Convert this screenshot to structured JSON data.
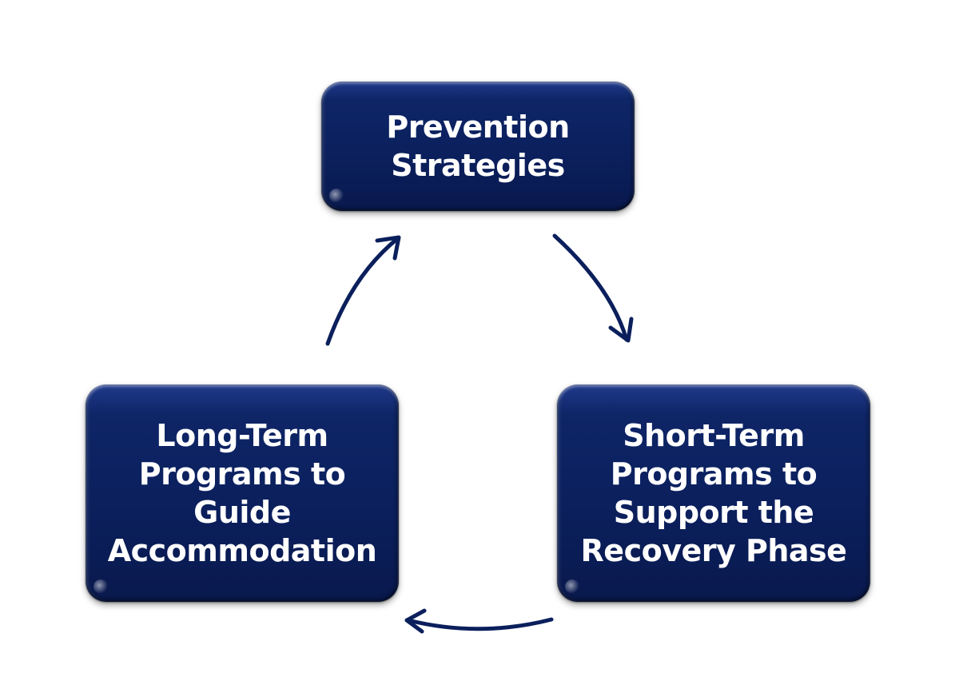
{
  "diagram": {
    "nodes": [
      {
        "id": "prevention",
        "label": "Prevention\nStrategies"
      },
      {
        "id": "short-term",
        "label": "Short-Term\nPrograms to\nSupport the\nRecovery Phase"
      },
      {
        "id": "long-term",
        "label": "Long-Term\nPrograms to\nGuide\nAccommodation"
      }
    ],
    "edges": [
      {
        "from": "prevention",
        "to": "short-term"
      },
      {
        "from": "short-term",
        "to": "long-term"
      },
      {
        "from": "long-term",
        "to": "prevention"
      }
    ]
  },
  "colors": {
    "node_fill": "#0b1f5c",
    "arrow": "#0b1f5c",
    "text": "#ffffff",
    "background": "#ffffff"
  }
}
